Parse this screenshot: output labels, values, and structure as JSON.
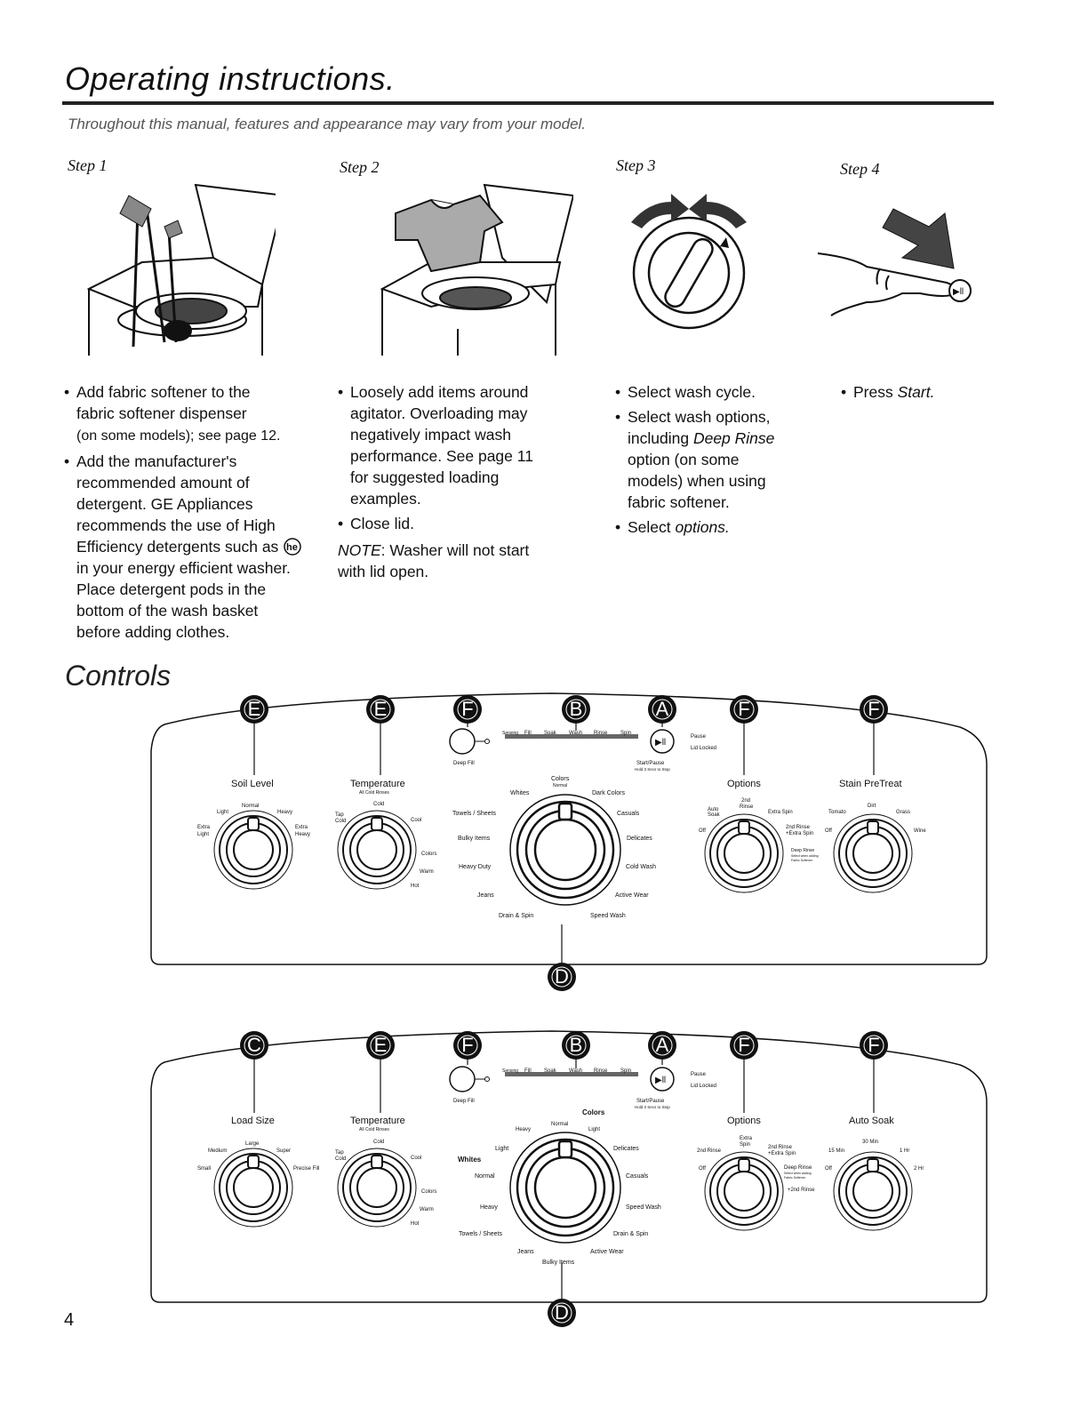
{
  "header": {
    "title": "Operating instructions.",
    "subtitle": "Throughout this manual, features and appearance may vary from your model."
  },
  "steps": [
    {
      "label": "Step 1"
    },
    {
      "label": "Step 2"
    },
    {
      "label": "Step 3"
    },
    {
      "label": "Step 4"
    }
  ],
  "step1": {
    "b1_l1": "Add fabric softener to the",
    "b1_l2": "fabric softener dispenser",
    "b1_l3": "(on some models); see page 12.",
    "b2_l1": "Add the manufacturer's",
    "b2_l2": "recommended amount of",
    "b2_l3": "detergent. GE Appliances",
    "b2_l4": "recommends the use of High",
    "b2_l5": "Efficiency detergents such as",
    "b2_l6": "in your energy efficient washer.",
    "b2_l7": "Place detergent pods in the",
    "b2_l8": "bottom of the wash basket",
    "b2_l9": "before adding clothes."
  },
  "step2": {
    "b1_l1": "Loosely add items around",
    "b1_l2": "agitator. Overloading may",
    "b1_l3": "negatively impact wash",
    "b1_l4": "performance. See page 11",
    "b1_l5": "for suggested loading",
    "b1_l6": "examples.",
    "b2": "Close lid.",
    "note_label": "NOTE",
    "note_l1": ": Washer will not start",
    "note_l2": "with lid open."
  },
  "step3": {
    "b1": "Select wash cycle.",
    "b2_l1": "Select wash options,",
    "b2_l2": "including ",
    "b2_ital": "Deep Rinse",
    "b2_l3": "option (on some",
    "b2_l4": "models) when using",
    "b2_l5": "fabric softener.",
    "b3_pre": "Select ",
    "b3_ital": "options."
  },
  "step4": {
    "b1_pre": "Press ",
    "b1_ital": "Start."
  },
  "controls": {
    "heading": "Controls",
    "he_logo": "he"
  },
  "panel1": {
    "badges": [
      "E",
      "E",
      "F",
      "B",
      "A",
      "F",
      "F",
      "D"
    ],
    "soil": {
      "title": "Soil Level",
      "normal": "Normal",
      "light": "Light",
      "heavy": "Heavy",
      "extra_light_1": "Extra",
      "extra_light_2": "Light",
      "extra_heavy_1": "Extra",
      "extra_heavy_2": "Heavy"
    },
    "temp": {
      "title": "Temperature",
      "sub": "All Cold Rinses",
      "cold": "Cold",
      "tap1": "Tap",
      "tap2": "Cold",
      "cool": "Cool",
      "colors": "Colors",
      "warm": "Warm",
      "hot": "Hot"
    },
    "status": {
      "sensing": "Sensing",
      "fill": "Fill",
      "soak": "Soak",
      "wash": "Wash",
      "rinse": "Rinse",
      "spin": "Spin",
      "deep_fill": "Deep Fill",
      "pause": "Pause",
      "lid_locked": "Lid Locked",
      "start_pause": "Start/Pause",
      "hold": "Hold 3 Secs to Stop"
    },
    "cycles": {
      "colors": "Colors",
      "normal": "Normal",
      "whites": "Whites",
      "dark_colors": "Dark Colors",
      "towels": "Towels / Sheets",
      "casuals": "Casuals",
      "bulky": "Bulky Items",
      "delicates": "Delicates",
      "heavy_duty": "Heavy Duty",
      "cold_wash": "Cold Wash",
      "jeans": "Jeans",
      "active_wear": "Active Wear",
      "drain_spin": "Drain & Spin",
      "speed_wash": "Speed Wash"
    },
    "options": {
      "title": "Options",
      "second_rinse_1": "2nd",
      "second_rinse_2": "Rinse",
      "auto_soak_1": "Auto",
      "auto_soak_2": "Soak",
      "extra_spin": "Extra Spin",
      "off": "Off",
      "rinse_spin_1": "2nd Rinse",
      "rinse_spin_2": "+Extra Spin",
      "deep_rinse": "Deep Rinse",
      "deep_rinse_sub1": "Select when adding",
      "deep_rinse_sub2": "Fabric Softener"
    },
    "stain": {
      "title": "Stain PreTreat",
      "dirt": "Dirt",
      "tomato": "Tomato",
      "grass": "Grass",
      "off": "Off",
      "wine": "Wine"
    }
  },
  "panel2": {
    "badges": [
      "C",
      "E",
      "F",
      "B",
      "A",
      "F",
      "F",
      "D"
    ],
    "load": {
      "title": "Load Size",
      "large": "Large",
      "medium": "Medium",
      "super": "Super",
      "small": "Small",
      "precise": "Precise Fill"
    },
    "temp": {
      "title": "Temperature",
      "sub": "All Cold Rinses",
      "cold": "Cold",
      "tap1": "Tap",
      "tap2": "Cold",
      "cool": "Cool",
      "colors": "Colors",
      "warm": "Warm",
      "hot": "Hot"
    },
    "status": {
      "sensing": "Sensing",
      "fill": "Fill",
      "soak": "Soak",
      "wash": "Wash",
      "rinse": "Rinse",
      "spin": "Spin",
      "deep_fill": "Deep Fill",
      "pause": "Pause",
      "lid_locked": "Lid Locked",
      "start_pause": "Start/Pause",
      "hold": "Hold 3 Secs to Stop"
    },
    "cycles": {
      "colors": "Colors",
      "heavy": "Heavy",
      "normal": "Normal",
      "light": "Light",
      "light2": "Light",
      "delicates": "Delicates",
      "whites": "Whites",
      "normal2": "Normal",
      "casuals": "Casuals",
      "heavy2": "Heavy",
      "speed_wash": "Speed Wash",
      "towels": "Towels / Sheets",
      "drain_spin": "Drain & Spin",
      "jeans": "Jeans",
      "active_wear": "Active Wear",
      "bulky": "Bulky Items"
    },
    "options": {
      "title": "Options",
      "extra_spin_1": "Extra",
      "extra_spin_2": "Spin",
      "second_rinse": "2nd Rinse",
      "rinse_spin_1": "2nd Rinse",
      "rinse_spin_2": "+Extra Spin",
      "off": "Off",
      "deep_rinse": "Deep Rinse",
      "deep_rinse_sub1": "Select when adding",
      "deep_rinse_sub2": "Fabric Softener",
      "plus_rinse": "+2nd Rinse"
    },
    "soak": {
      "title": "Auto Soak",
      "m30": "30 Min",
      "m15": "15 Min",
      "h1": "1 Hr",
      "off": "Off",
      "h2": "2 Hr"
    }
  },
  "page_number": "4"
}
